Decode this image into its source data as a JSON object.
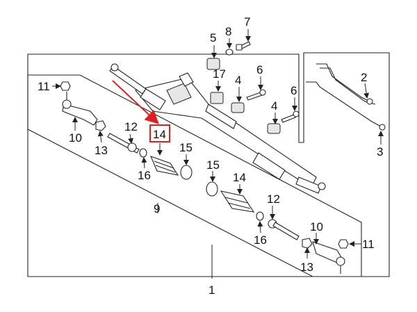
{
  "colors": {
    "highlight_box": "#e02020",
    "pointer_arrow": "#e02020",
    "line": "#222222"
  },
  "callouts": {
    "c1": "1",
    "c2": "2",
    "c3": "3",
    "c4a": "4",
    "c4b": "4",
    "c5": "5",
    "c6a": "6",
    "c6b": "6",
    "c7": "7",
    "c8": "8",
    "c9": "9",
    "c10a": "10",
    "c10b": "10",
    "c11a": "11",
    "c11b": "11",
    "c12a": "12",
    "c12b": "12",
    "c13a": "13",
    "c13b": "13",
    "c14a": "14",
    "c14b": "14",
    "c15a": "15",
    "c15b": "15",
    "c16a": "16",
    "c16b": "16",
    "c17": "17"
  }
}
